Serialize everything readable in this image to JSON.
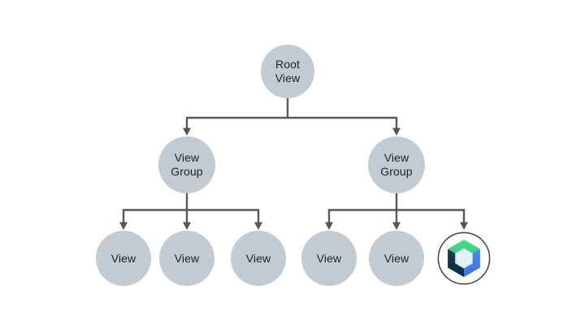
{
  "diagram": {
    "description": "View hierarchy tree diagram",
    "background_color": "#ffffff",
    "node_fill_color": "#C2CBD1",
    "connector_color": "#54585C",
    "text_color": "#1E2124",
    "nodes": {
      "root": {
        "label": "Root\nView"
      },
      "group_left": {
        "label": "View\nGroup"
      },
      "group_right": {
        "label": "View\nGroup"
      },
      "views_left": [
        "View",
        "View",
        "View"
      ],
      "views_right": [
        "View",
        "View"
      ],
      "compose_node": {
        "icon": "jetpack-compose-logo"
      }
    },
    "compose_logo_colors": {
      "ring": "#3C4043",
      "ring_fill": "#ffffff",
      "top_green": "#3DDC84",
      "right_blue": "#4285F4",
      "left_navy": "#0D3447",
      "inner_hex": "#E3F1FA"
    }
  }
}
